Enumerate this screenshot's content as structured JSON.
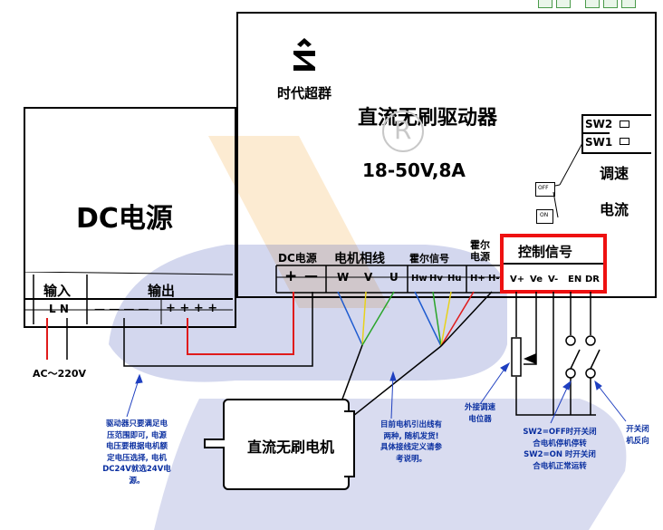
{
  "brand": {
    "name": "时代超群",
    "registered_mark": "R"
  },
  "driver": {
    "title": "直流无刷驱动器",
    "rating": "18-50V,8A",
    "sw2": "SW2",
    "sw1": "SW1",
    "speed_label": "调速",
    "current_label": "电流",
    "off": "OFF",
    "on": "ON"
  },
  "terminal_groups": {
    "dc_power": "DC电源",
    "motor_phase": "电机相线",
    "hall_signal": "霍尔信号",
    "hall_power": "霍尔电源",
    "control_signal": "控制信号"
  },
  "terminals": {
    "dc": [
      "+",
      "—"
    ],
    "motor": [
      "W",
      "V",
      "U"
    ],
    "hall": [
      "Hw",
      "Hv",
      "Hu"
    ],
    "hall_power": [
      "H+",
      "H-"
    ],
    "control": [
      "V+",
      "Ve",
      "V-",
      "EN",
      "DR"
    ]
  },
  "power_supply": {
    "title": "DC电源",
    "input_label": "输入",
    "output_label": "输出",
    "input_terminals": "L N",
    "output_terminals_neg": "— — — —",
    "output_terminals_pos": "+ + + +"
  },
  "ac_label": "AC～220V",
  "motor_label": "直流无刷电机",
  "notes": {
    "voltage": [
      "驱动器只要满足电",
      "压范围即可, 电源",
      "电压要根据电机额",
      "定电压选择, 电机",
      "DC24V就选24V电",
      "源。"
    ],
    "motor_wires": [
      "目前电机引出线有",
      "两种, 随机发货!",
      "具体接线定义请参",
      "考说明。"
    ],
    "potentiometer": [
      "外接调速",
      "电位器"
    ],
    "sw2_mode": [
      "SW2=OFF时开关闭",
      "合电机停机停转",
      "SW2=ON 时开关闭",
      "合电机正常运转"
    ],
    "reverse_switch": [
      "开关闭",
      "机反向"
    ]
  },
  "colors": {
    "wire_red": "#e01b1b",
    "wire_black": "#000000",
    "wire_blue": "#1e5bd0",
    "wire_green": "#2aa52a",
    "wire_yellow": "#e8d21a",
    "highlight": "#ee1111",
    "note_blue": "#0a2fa0",
    "watermark_blue": "#3f52b5",
    "watermark_orange": "#f5b14a"
  }
}
